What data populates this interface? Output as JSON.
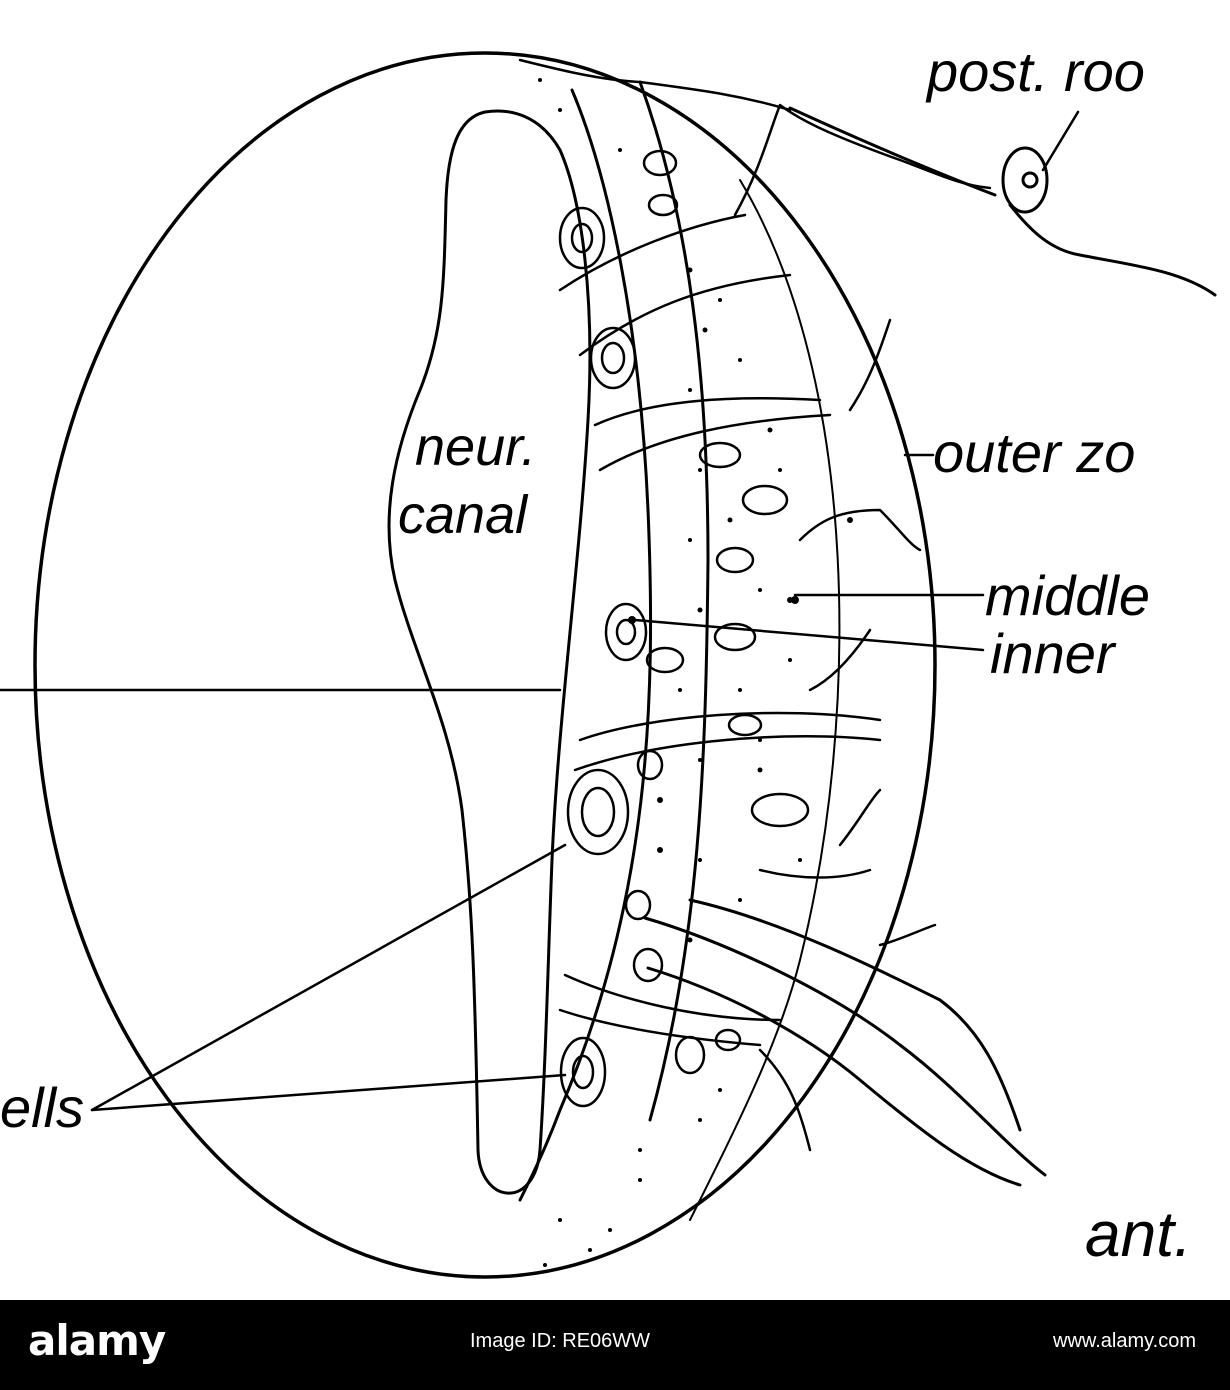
{
  "diagram": {
    "labels": {
      "post_root": "post. roo",
      "outer_zone": "outer zo",
      "neur_line1": "neur.",
      "neur_line2": "canal",
      "middle": "middle",
      "inner": "inner",
      "cells": "ells",
      "ant": "ant."
    }
  },
  "footer": {
    "logo": "alamy",
    "image_id": "Image ID: RE06WW",
    "site": "www.alamy.com"
  },
  "colors": {
    "ink": "#000000",
    "paper": "#ffffff",
    "footer_bg": "#000000",
    "footer_text": "#ffffff"
  }
}
